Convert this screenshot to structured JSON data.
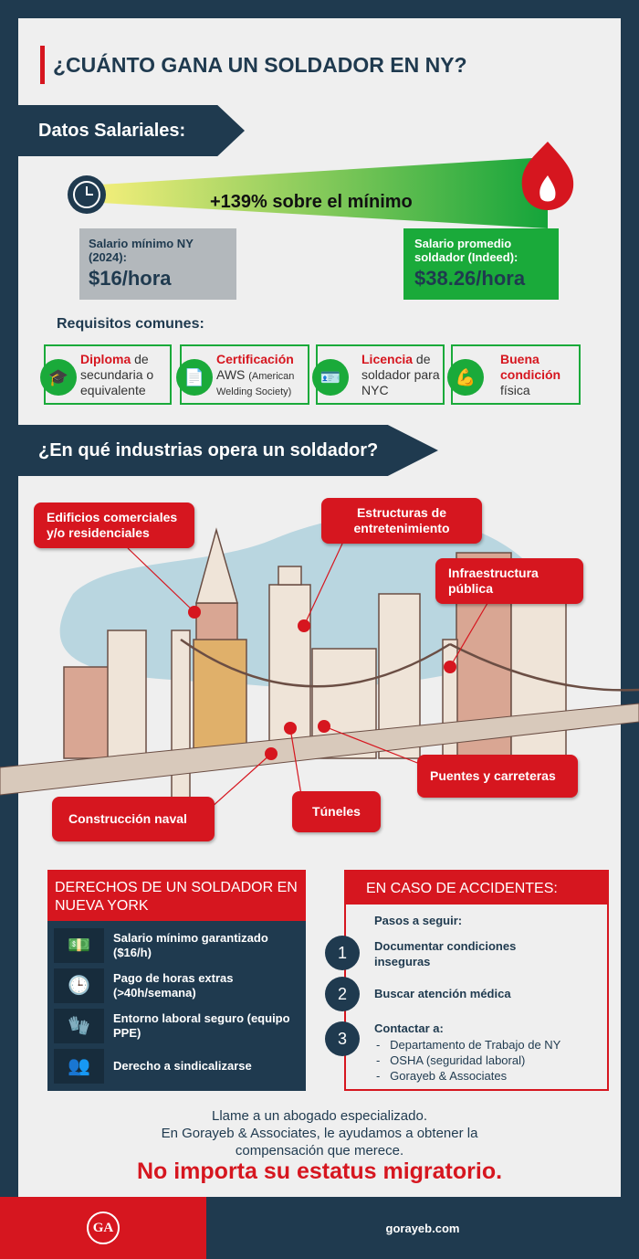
{
  "title": "¿CUÁNTO GANA UN SOLDADOR EN NY?",
  "salary": {
    "heading": "Datos Salariales:",
    "increase": "+139% sobre el mínimo",
    "min_label": "Salario mínimo NY (2024):",
    "min_value": "$16/hora",
    "avg_label": "Salario promedio soldador (Indeed):",
    "avg_value": "$38.26/hora"
  },
  "requirements": {
    "heading": "Requisitos comunes:",
    "items": [
      {
        "bold": "Diploma",
        "rest": " de secundaria o equivalente",
        "small": ""
      },
      {
        "bold": "Certificación",
        "rest": "AWS ",
        "small": "(American Welding Society)"
      },
      {
        "bold": "Licencia",
        "rest": " de soldador para NYC",
        "small": ""
      },
      {
        "bold": "Buena condición",
        "rest": " física",
        "small": ""
      }
    ]
  },
  "industries": {
    "heading": "¿En qué industrias opera un soldador?",
    "labels": [
      "Edificios comerciales y/o residenciales",
      "Estructuras de entretenimiento",
      "Infraestructura pública",
      "Puentes y carreteras",
      "Túneles",
      "Construcción naval"
    ]
  },
  "rights": {
    "heading": "DERECHOS DE UN SOLDADOR EN NUEVA YORK",
    "items": [
      "Salario mínimo garantizado ($16/h)",
      "Pago de horas extras (>40h/semana)",
      "Entorno laboral seguro (equipo PPE)",
      "Derecho a sindicalizarse"
    ]
  },
  "accidents": {
    "heading": "EN CASO DE ACCIDENTES:",
    "subheading": "Pasos a seguir:",
    "steps": [
      {
        "n": "1",
        "text": "Documentar condiciones inseguras"
      },
      {
        "n": "2",
        "text": "Buscar atención médica"
      },
      {
        "n": "3",
        "text": "Contactar a:"
      }
    ],
    "contacts": [
      "Departamento de Trabajo de NY",
      "OSHA (seguridad laboral)",
      "Gorayeb & Associates"
    ]
  },
  "cta": {
    "line1": "Llame a un abogado especializado.",
    "line2": "En Gorayeb & Associates, le ayudamos a obtener la compensación que merece.",
    "emphasis": "No importa su estatus migratorio."
  },
  "footer": {
    "logo": "GA",
    "site": "gorayeb.com"
  },
  "colors": {
    "navy": "#1f3a4f",
    "red": "#d6161f",
    "green": "#1aaa3a"
  }
}
